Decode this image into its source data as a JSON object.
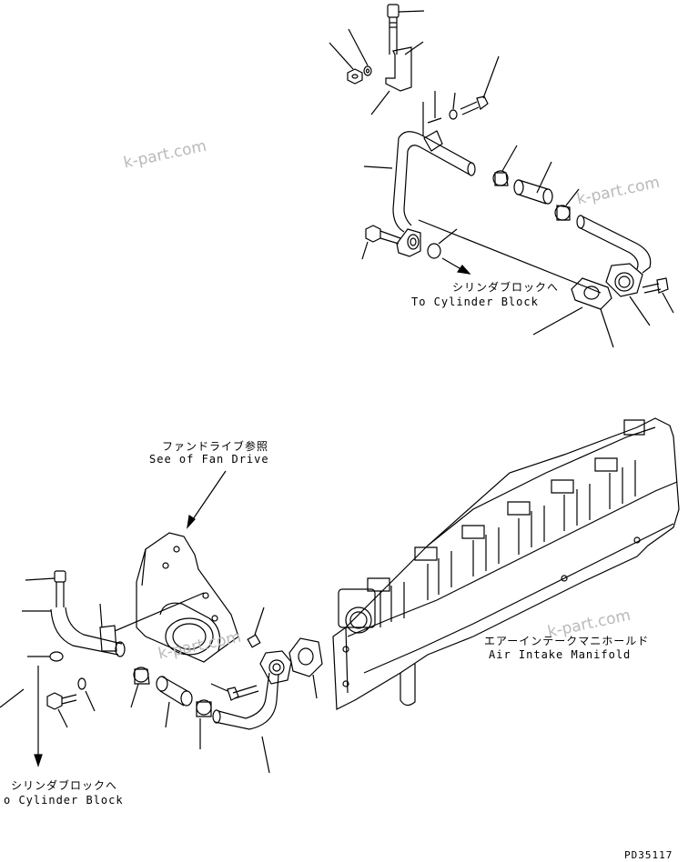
{
  "labels": {
    "to_cyl_block_top_jp": "シリンダブロックへ",
    "to_cyl_block_top_en": "To Cylinder Block",
    "fan_drive_jp": "ファンドライブ参照",
    "fan_drive_en": "See of Fan Drive",
    "air_intake_jp": "エアーインテークマニホールド",
    "air_intake_en": "Air Intake Manifold",
    "to_cyl_block_bottom_jp": "シリンダブロックへ",
    "to_cyl_block_bottom_en": "o Cylinder Block",
    "drawing_number": "PD35117"
  },
  "watermarks": [
    "k-part.com",
    "k-part.com",
    "k-part.com",
    "k-part.com"
  ],
  "colors": {
    "line": "#000000",
    "watermark": "#b9b9b9",
    "background": "#ffffff"
  }
}
